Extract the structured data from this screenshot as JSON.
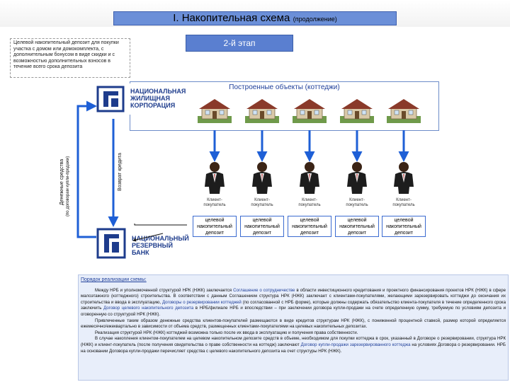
{
  "header": {
    "title": "I. Накопительная схема",
    "title_note": "(продолжение)"
  },
  "deposit_note": "Целевой накопительный депозит для покупки участка с домом или домокомплекта, с дополнительным бонусом в виде скидки и с возможностью дополнительных взносов в течение всего срока депозита",
  "stage_label": "2-й этап",
  "objects_title": "Построенные объекты (коттеджи)",
  "logos": {
    "nzhk": [
      "НАЦИОНАЛЬНАЯ",
      "ЖИЛИЩНАЯ",
      "КОРПОРАЦИЯ"
    ],
    "nrb": [
      "НАЦИОНАЛЬНЫЙ",
      "РЕЗЕРВНЫЙ",
      "БАНК"
    ]
  },
  "arrows": {
    "funds": "Денежные средства",
    "funds_note": "(по договорам купли-продажи)",
    "credit_return": "Возврат кредита"
  },
  "client_label": "Клиент- покупатель",
  "deposit_label": "целевой накопительный депозит",
  "procedure": {
    "title": "Порядок реализации схемы:",
    "paragraphs": [
      [
        {
          "t": "Между НРБ и уполномоченной структурой НРК (НЖК) заключается "
        },
        {
          "t": "Соглашение о сотрудничестве",
          "hl": true
        },
        {
          "t": " в области инвестиционного кредитования и проектного финансирования проектов НРК (НЖК) в сфере малоэтажного (коттеджного) строительства. В соответствии с данным Соглашением структура НРК (НЖК) заключает с клиентами-покупателями, желающими зарезервировать коттеджи до окончания их строительства и ввода в эксплуатацию, "
        },
        {
          "t": "Договоры о резервировании коттеджей",
          "hl": true
        },
        {
          "t": " (по согласованной с НРБ форме), которые должны содержать обязательство клиента-покупателя в течение определенного срока заключить "
        },
        {
          "t": "Договор целевого накопительного депозита",
          "hl": true
        },
        {
          "t": " в НРБ/филиале НРБ и впоследствии – при заключении договора купли-продажи на счете определенную сумму, требуемую по условиям депозита и оговоренную со структурой НРК (НЖК)."
        }
      ],
      [
        {
          "t": "Привлеченные таким образом денежные средства клиентов-покупателей размещаются в виде кредитов структурам НРК (НЖК), с пониженной процентной ставкой, размер которой определяется ежемесячно/ежеквартально в зависимости от объема средств, размещенных клиентами-покупателями на целевых накопительных депозитах."
        }
      ],
      [
        {
          "t": "Реализация структурой НРК (НЖК) коттеджей возможна только после их ввода в эксплуатацию и получения права собственности."
        }
      ],
      [
        {
          "t": "В случае накопления клиентом-покупателем на целевом накопительном депозите средств в объеме, необходимом для покупки коттеджа в срок, указанный в Договоре о резервировании, структура НРК (НЖК) и клиент-покупатель (после получения свидетельства о праве собственности на коттедж) заключают "
        },
        {
          "t": "Договор купли-продажи зарезервированного коттеджа",
          "hl": true
        },
        {
          "t": " на условиях Договора о резервировании. НРБ на основании Договора купли-продажи перечисляет средства с целевого накопительного депозита на счет структуры НРК (НЖК)."
        }
      ]
    ]
  },
  "colors": {
    "title_bar": "#6b8fd8",
    "stage_box": "#5a7fd0",
    "arrow": "#1e5fd6",
    "procedure_bg": "#e8eefa",
    "highlight_text": "#1f3f9a"
  }
}
